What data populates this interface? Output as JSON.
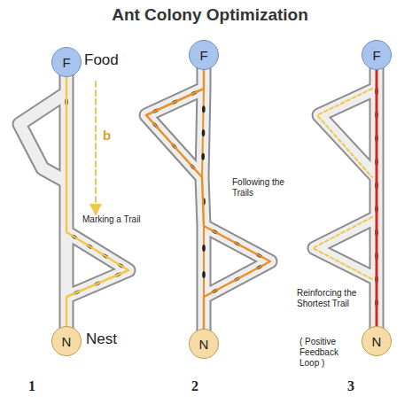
{
  "diagram": {
    "title": "Ant Colony Optimization",
    "nodes": [
      {
        "text": [
          "F"
        ]
      },
      {
        "text": [
          "N"
        ]
      },
      {
        "text": [
          "F"
        ]
      },
      {
        "text": [
          "N"
        ]
      },
      {
        "text": [
          "F"
        ]
      },
      {
        "text": [
          "N"
        ]
      }
    ],
    "edges": [
      {
        "from": 0,
        "to": 1,
        "arrow": "none"
      },
      {
        "from": 2,
        "to": 3,
        "arrow": "none"
      },
      {
        "from": 4,
        "to": 5,
        "arrow": "none"
      }
    ],
    "labels": [
      "Food",
      "b",
      "Marking a Trail",
      "Nest",
      "Following the Trails",
      "Reinforcing the Shortest Trail",
      "( Positive Feedback Loop )",
      "1",
      "2",
      "3"
    ]
  }
}
